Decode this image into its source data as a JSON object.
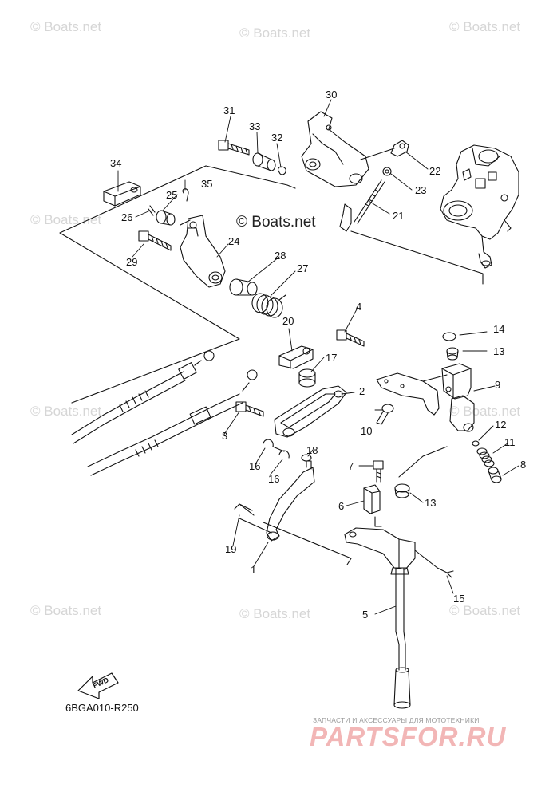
{
  "watermark": {
    "text": "© Boats.net"
  },
  "drawing_code": "6BGA010-R250",
  "fwd_label": "FWD",
  "shop": {
    "subtitle": "ЗАПЧАСТИ И АКСЕССУАРЫ ДЛЯ МОТОТЕХНИКИ",
    "logo": "PARTSFOR.RU"
  },
  "callouts": {
    "n1": "1",
    "n2": "2",
    "n3": "3",
    "n4": "4",
    "n5": "5",
    "n6": "6",
    "n7": "7",
    "n8": "8",
    "n9": "9",
    "n10": "10",
    "n11": "11",
    "n12": "12",
    "n13a": "13",
    "n13b": "13",
    "n14": "14",
    "n15": "15",
    "n16a": "16",
    "n16b": "16",
    "n17": "17",
    "n18": "18",
    "n19": "19",
    "n20": "20",
    "n21": "21",
    "n22": "22",
    "n23": "23",
    "n24": "24",
    "n25": "25",
    "n26": "26",
    "n27": "27",
    "n28": "28",
    "n29": "29",
    "n30": "30",
    "n31": "31",
    "n32": "32",
    "n33": "33",
    "n34": "34",
    "n35": "35"
  },
  "colors": {
    "line": "#111111",
    "watermark": "#d6d6d6",
    "shop_logo": "#f2b6b6"
  }
}
